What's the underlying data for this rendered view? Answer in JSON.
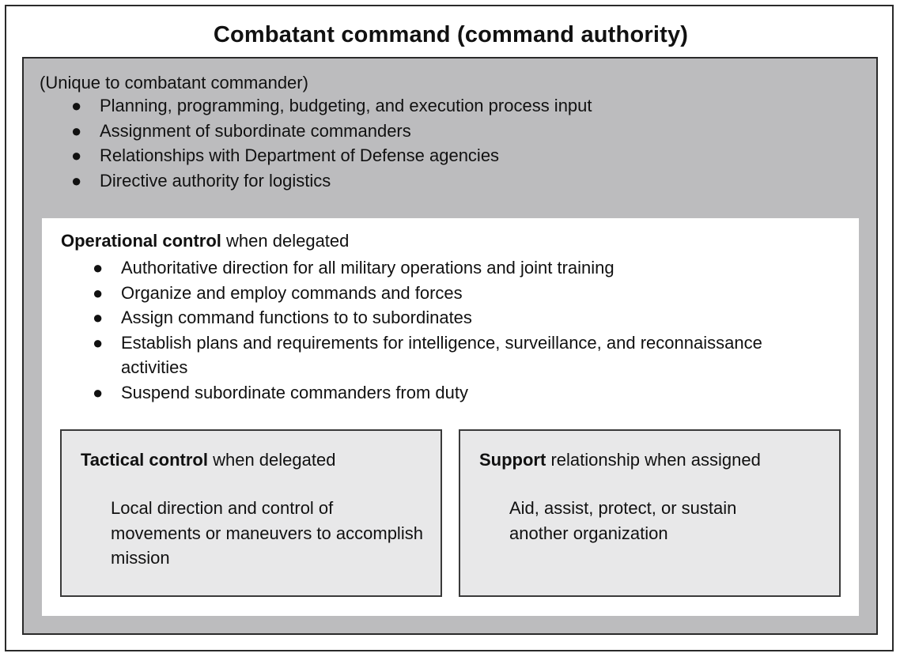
{
  "title": "Combatant command (command authority)",
  "unique": {
    "header": "(Unique to combatant commander)",
    "items": [
      "Planning, programming, budgeting, and execution process input",
      "Assignment of subordinate commanders",
      "Relationships with Department of Defense agencies",
      "Directive authority for logistics"
    ]
  },
  "operational": {
    "title_bold": "Operational control",
    "title_rest": " when delegated",
    "items": [
      "Authoritative direction for all military operations and joint training",
      "Organize and employ commands and forces",
      "Assign command functions to to subordinates",
      "Establish plans and requirements for intelligence, surveillance, and reconnaissance activities",
      "Suspend subordinate commanders from duty"
    ]
  },
  "tactical": {
    "title_bold": "Tactical control",
    "title_rest": " when delegated",
    "body": "Local direction and control of movements or maneuvers to accomplish mission"
  },
  "support": {
    "title_bold": "Support",
    "title_rest": " relationship when assigned",
    "body": "Aid, assist, protect, or sustain another organization"
  },
  "bullet_glyph": "●"
}
